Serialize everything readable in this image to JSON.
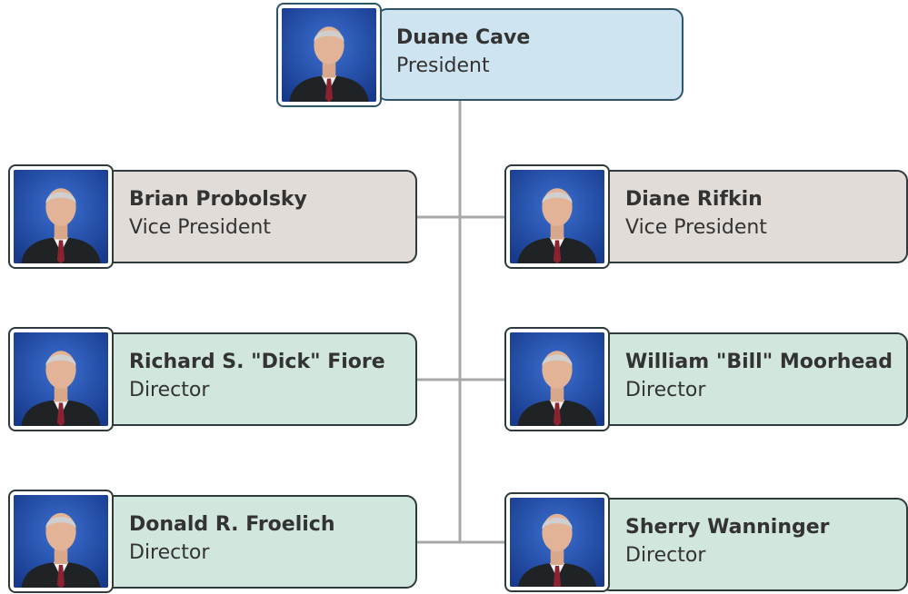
{
  "colors": {
    "president_card": "#cfe4f1",
    "vp_card": "#e1dcd8",
    "director_card": "#d1e6dc",
    "border": "#2e3a3c",
    "connector": "#a8a8a8",
    "text": "#333333",
    "photo_background": "#2247a3"
  },
  "president": {
    "name": "Duane Cave",
    "title": "President",
    "photo_icon": "person-portrait-icon"
  },
  "vice_presidents": [
    {
      "name": "Brian Probolsky",
      "title": "Vice President",
      "photo_icon": "person-portrait-icon"
    },
    {
      "name": "Diane Rifkin",
      "title": "Vice President",
      "photo_icon": "person-portrait-icon"
    }
  ],
  "directors": [
    {
      "name": "Richard S. \"Dick\" Fiore",
      "title": "Director",
      "photo_icon": "person-portrait-icon"
    },
    {
      "name": "William \"Bill\" Moorhead",
      "title": "Director",
      "photo_icon": "person-portrait-icon"
    },
    {
      "name": "Donald R. Froelich",
      "title": "Director",
      "photo_icon": "person-portrait-icon"
    },
    {
      "name": "Sherry Wanninger",
      "title": "Director",
      "photo_icon": "person-portrait-icon"
    }
  ]
}
